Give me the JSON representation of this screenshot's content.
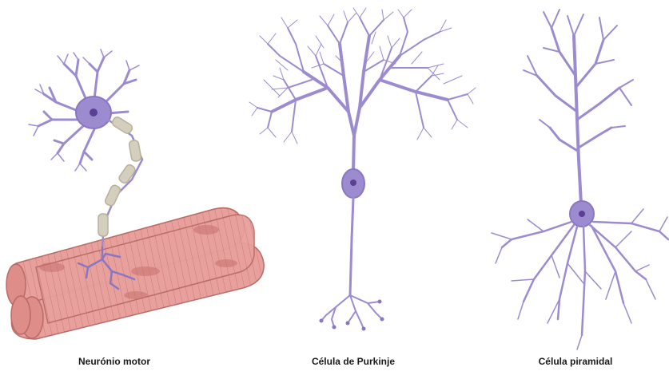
{
  "labels": {
    "motor_neuron": "Neurónio motor",
    "purkinje_cell": "Célula de Purkinje",
    "pyramidal_cell": "Célula piramidal"
  },
  "colors": {
    "neuron_fill": "#9d8bd0",
    "neuron_stroke": "#7e6ab9",
    "nucleus": "#5b3f94",
    "myelin": "#d4cfbd",
    "muscle": "#e59590",
    "muscle_dark": "#c7706d"
  }
}
